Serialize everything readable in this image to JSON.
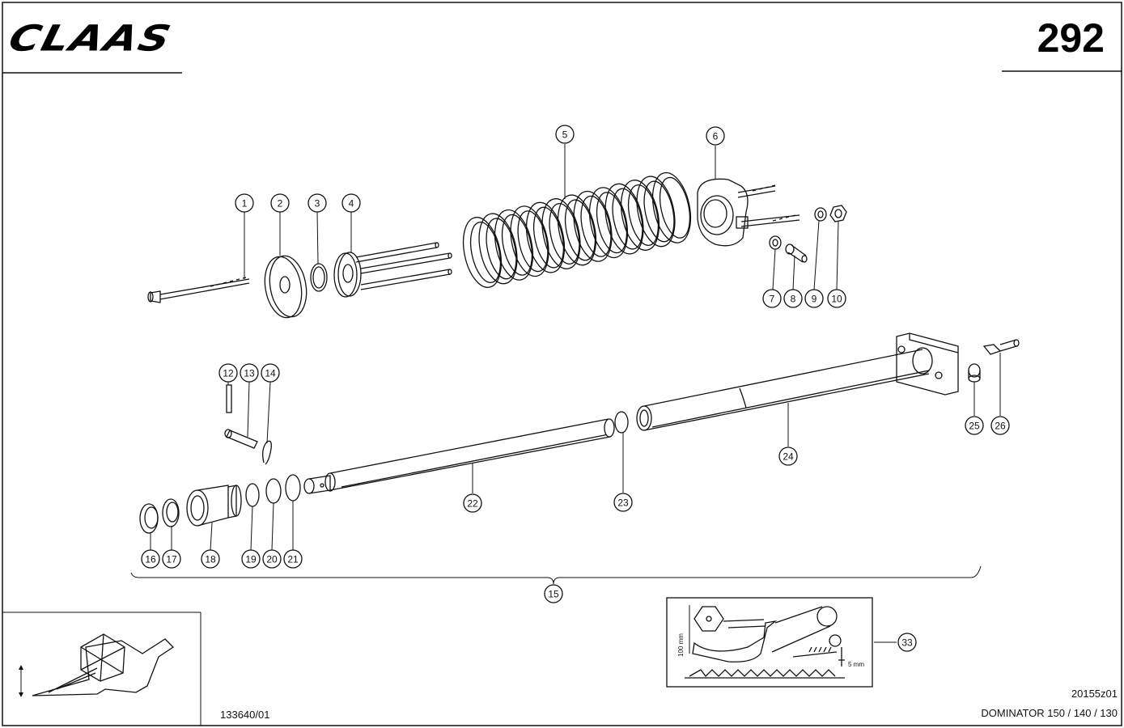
{
  "header": {
    "brand": "CLAAS",
    "page_number": "292"
  },
  "footer": {
    "left_code": "133640/01",
    "drawing_code": "20155z01",
    "model": "DOMINATOR 150 / 140 / 130"
  },
  "inset": {
    "height_label": "100 mm",
    "gap_label": "5 mm"
  },
  "callouts": [
    "1",
    "2",
    "3",
    "4",
    "5",
    "6",
    "7",
    "8",
    "9",
    "10",
    "12",
    "13",
    "14",
    "15",
    "16",
    "17",
    "18",
    "19",
    "20",
    "21",
    "22",
    "23",
    "24",
    "25",
    "26",
    "33"
  ]
}
